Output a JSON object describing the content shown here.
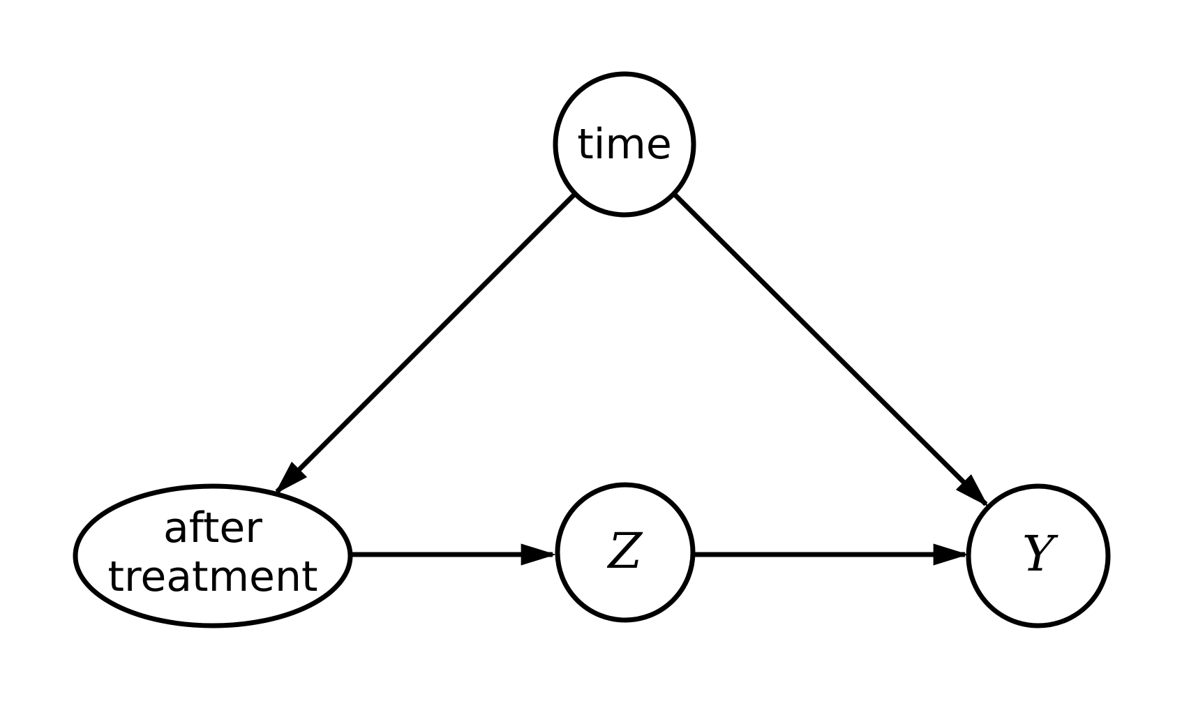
{
  "diagram": {
    "type": "causal-dag",
    "background_color": "#ffffff",
    "line_color": "#000000",
    "node_fill_color": "#ffffff",
    "nodes": [
      {
        "id": "time",
        "label": "time",
        "shape": "circle",
        "text_style": "sans"
      },
      {
        "id": "after-treatment",
        "label_lines": [
          "after",
          "treatment"
        ],
        "shape": "ellipse",
        "text_style": "sans"
      },
      {
        "id": "z",
        "label": "Z",
        "shape": "circle",
        "text_style": "math-italic"
      },
      {
        "id": "y",
        "label": "Y",
        "shape": "circle",
        "text_style": "math-italic"
      }
    ],
    "edges": [
      {
        "from": "time",
        "to": "after-treatment",
        "style": "arrow"
      },
      {
        "from": "time",
        "to": "y",
        "style": "arrow"
      },
      {
        "from": "after-treatment",
        "to": "z",
        "style": "arrow"
      },
      {
        "from": "z",
        "to": "y",
        "style": "arrow"
      }
    ]
  }
}
